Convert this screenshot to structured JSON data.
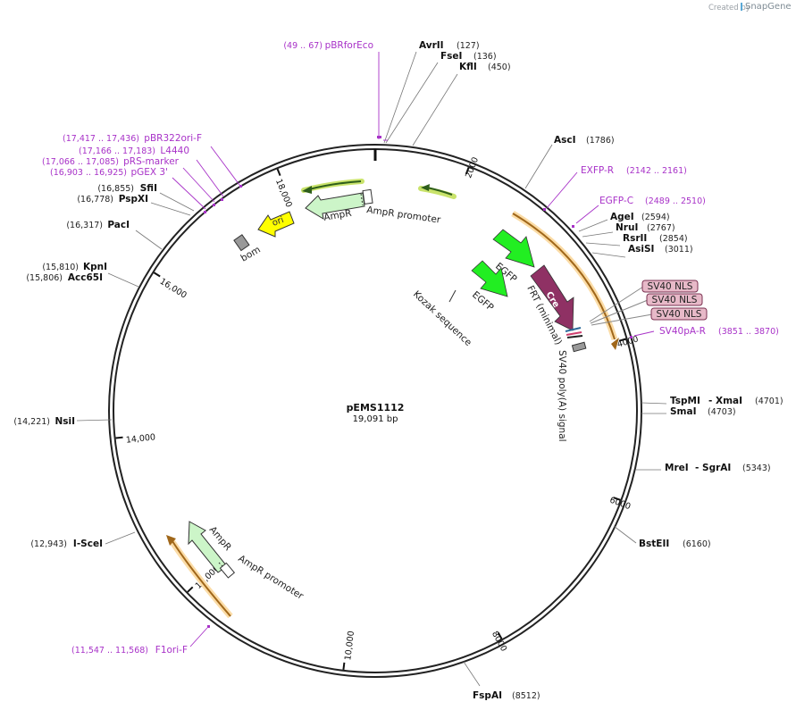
{
  "brand": {
    "created_by": "Created by",
    "name": "SnapGene"
  },
  "plasmid": {
    "name": "pEMS1112",
    "length_label": "19,091 bp"
  },
  "ticks": [
    {
      "label": "2000",
      "angle": 21
    },
    {
      "label": "4000",
      "angle": 74
    },
    {
      "label": "6000",
      "angle": 110
    },
    {
      "label": "8000",
      "angle": 151
    },
    {
      "label": "10,000",
      "angle": 187
    },
    {
      "label": "12,000",
      "angle": 226
    },
    {
      "label": "14,000",
      "angle": 264
    },
    {
      "label": "16,000",
      "angle": 302
    },
    {
      "label": "18,000",
      "angle": 338
    }
  ],
  "features": {
    "ampr_promoter_top": "AmpR promoter",
    "ampr_top": "AmpR",
    "ori": "ori",
    "bom": "bom",
    "egfp1": "EGFP",
    "egfp2": "EGFP",
    "cre": "Cre",
    "frt": "FRT (minimal)",
    "kozak": "Kozak sequence",
    "sv40_polya": "SV40 poly(A) signal",
    "sv40_nls": [
      "SV40 NLS",
      "SV40 NLS",
      "SV40 NLS"
    ],
    "ampr_bottom": "AmpR",
    "ampr_promoter_bottom": "AmpR promoter"
  },
  "enzymes_right": [
    {
      "name": "AvrII",
      "pos": "(127)"
    },
    {
      "name": "FseI",
      "pos": "(136)"
    },
    {
      "name": "KflI",
      "pos": "(450)"
    },
    {
      "name": "AscI",
      "pos": "(1786)"
    },
    {
      "name": "AgeI",
      "pos": "(2594)"
    },
    {
      "name": "NruI",
      "pos": "(2767)"
    },
    {
      "name": "RsrII",
      "pos": "(2854)"
    },
    {
      "name": "AsiSI",
      "pos": "(3011)"
    },
    {
      "name": "TspMI",
      "name2": "- XmaI",
      "pos": "(4701)"
    },
    {
      "name": "SmaI",
      "pos": "(4703)"
    },
    {
      "name": "MreI",
      "name2": "- SgrAI",
      "pos": "(5343)"
    },
    {
      "name": "BstEII",
      "pos": "(6160)"
    },
    {
      "name": "FspAI",
      "pos": "(8512)"
    }
  ],
  "enzymes_left": [
    {
      "name": "SfiI",
      "pos": "(16,855)"
    },
    {
      "name": "PspXI",
      "pos": "(16,778)"
    },
    {
      "name": "PacI",
      "pos": "(16,317)"
    },
    {
      "name": "KpnI",
      "pos": "(15,810)"
    },
    {
      "name": "Acc65I",
      "pos": "(15,806)"
    },
    {
      "name": "NsiI",
      "pos": "(14,221)"
    },
    {
      "name": "I-SceI",
      "pos": "(12,943)"
    }
  ],
  "primers": [
    {
      "name": "pBRforEco",
      "pos": "(49 .. 67)"
    },
    {
      "name": "pBR322ori-F",
      "pos": "(17,417 .. 17,436)"
    },
    {
      "name": "L4440",
      "pos": "(17,166 .. 17,183)"
    },
    {
      "name": "pRS-marker",
      "pos": "(17,066 .. 17,085)"
    },
    {
      "name": "pGEX 3'",
      "pos": "(16,903 .. 16,925)"
    },
    {
      "name": "EXFP-R",
      "pos": "(2142 .. 2161)"
    },
    {
      "name": "EGFP-C",
      "pos": "(2489 .. 2510)"
    },
    {
      "name": "SV40pA-R",
      "pos": "(3851 .. 3870)"
    },
    {
      "name": "F1ori-F",
      "pos": "(11,547 .. 11,568)"
    }
  ]
}
